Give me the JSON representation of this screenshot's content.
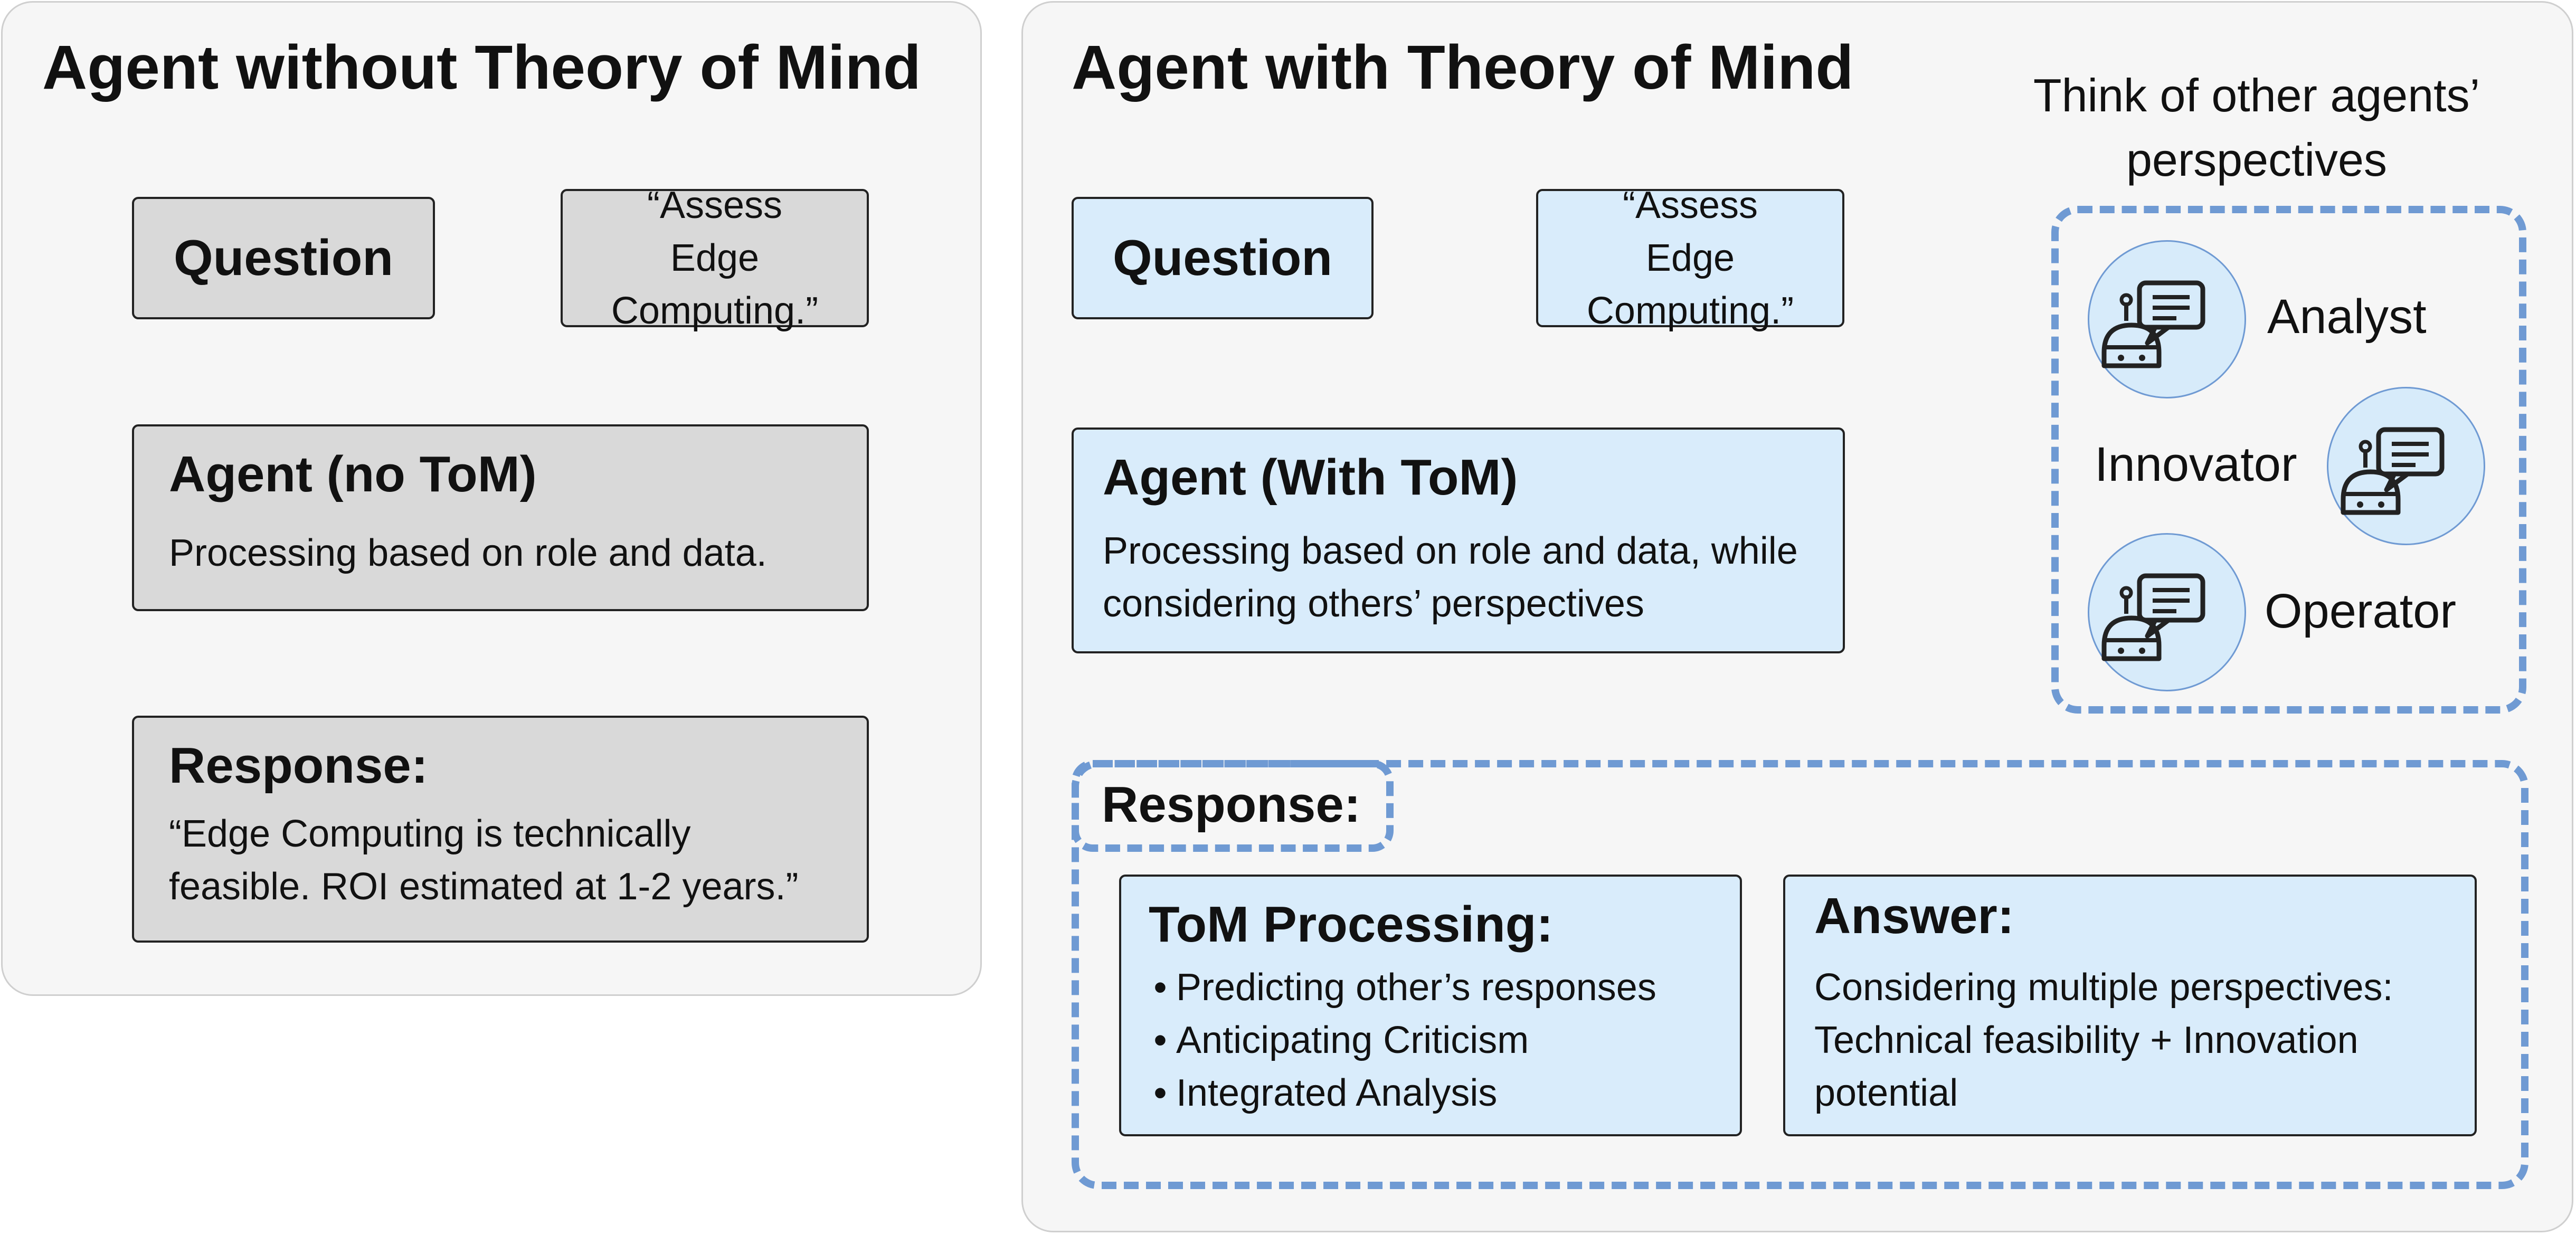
{
  "left_panel": {
    "title": "Agent without Theory of Mind",
    "question": "Question",
    "quote": "“Assess Edge Computing.”",
    "agent_title": "Agent (no ToM)",
    "agent_text": "Processing based on role and data.",
    "response_title": "Response:",
    "response_text": "“Edge Computing is technically feasible. ROI estimated at 1-2 years.”"
  },
  "right_panel": {
    "title": "Agent with Theory of Mind",
    "question": "Question",
    "quote": "“Assess Edge Computing.”",
    "agent_title": "Agent (With ToM)",
    "agent_text": "Processing based on role and data, while considering others’ perspectives",
    "perspectives_caption": "Think of other agents’ perspectives",
    "agents": [
      {
        "label": "Analyst",
        "icon": "robot-chat-icon"
      },
      {
        "label": "Innovator",
        "icon": "robot-chat-icon"
      },
      {
        "label": "Operator",
        "icon": "robot-chat-icon"
      }
    ],
    "response_title": "Response:",
    "tom_processing": {
      "title": "ToM Processing:",
      "items": [
        "Predicting other’s responses",
        "Anticipating Criticism",
        "Integrated Analysis"
      ]
    },
    "answer": {
      "title": "Answer:",
      "text": "Considering multiple perspectives: Technical feasibility + Innovation potential"
    }
  },
  "colors": {
    "gray_box": "#d9d9d9",
    "blue_box": "#d9ecfb",
    "dash_blue": "#6f9ad3",
    "arrow_gray": "#a6a6a6",
    "panel_bg": "#f6f6f6"
  }
}
